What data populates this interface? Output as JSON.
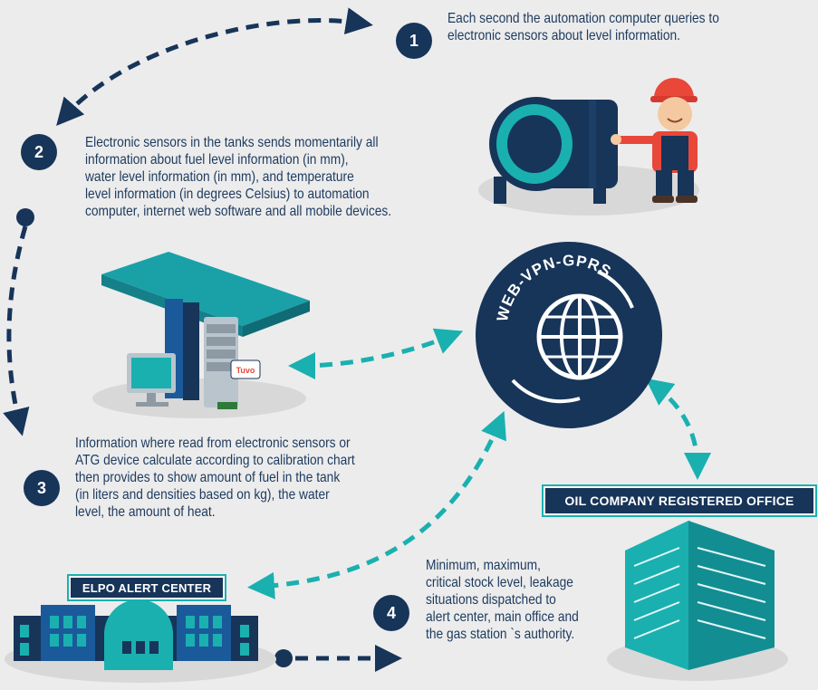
{
  "steps": [
    {
      "number": "1",
      "text": "Each second the automation computer queries to\nelectronic sensors about level information."
    },
    {
      "number": "2",
      "text": "Electronic sensors in the tanks sends momentarily all\ninformation about fuel level information (in mm),\nwater level information (in mm), and temperature\nlevel information (in degrees Celsius) to automation\ncomputer, internet web software and all mobile devices."
    },
    {
      "number": "3",
      "text": "Information where read from electronic sensors or\nATG device calculate according to calibration chart\nthen provides to show amount of fuel in the tank\n(in liters and densities based on kg), the water\nlevel, the amount of heat."
    },
    {
      "number": "4",
      "text": "Minimum, maximum,\ncritical stock level, leakage\nsituations dispatched to\nalert center, main office and\nthe gas station `s authority."
    }
  ],
  "labels": {
    "hub": "WEB-VPN-GPRS",
    "office": "OIL COMPANY REGISTERED OFFICE",
    "alert_center": "ELPO ALERT CENTER",
    "device_brand": "Tuvo"
  },
  "colors": {
    "navy": "#173459",
    "teal": "#1ab0b0",
    "background": "#ececec",
    "worker_red": "#e8473a"
  }
}
